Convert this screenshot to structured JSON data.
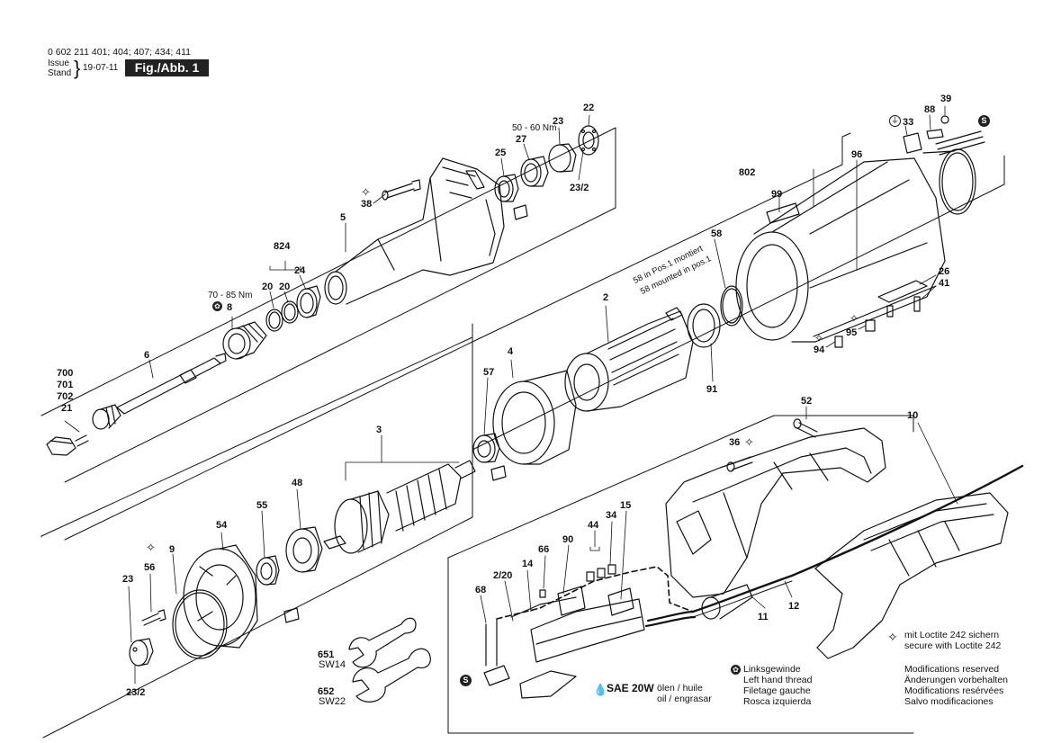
{
  "header": {
    "part_numbers": "0 602 211 401; 404; 407; 434; 411",
    "issue_label": "Issue",
    "stand_label": "Stand",
    "date": "19-07-11",
    "figure_label": "Fig./Abb. 1"
  },
  "parts": [
    {
      "id": "p-700",
      "text": "700"
    },
    {
      "id": "p-701",
      "text": "701"
    },
    {
      "id": "p-702",
      "text": "702"
    },
    {
      "id": "p-21",
      "text": "21"
    },
    {
      "id": "p-6",
      "text": "6"
    },
    {
      "id": "p-8",
      "text": "8"
    },
    {
      "id": "p-20a",
      "text": "20"
    },
    {
      "id": "p-20b",
      "text": "20"
    },
    {
      "id": "p-24",
      "text": "24"
    },
    {
      "id": "p-824",
      "text": "824"
    },
    {
      "id": "p-5",
      "text": "5"
    },
    {
      "id": "p-38",
      "text": "38"
    },
    {
      "id": "p-25",
      "text": "25"
    },
    {
      "id": "p-27",
      "text": "27"
    },
    {
      "id": "p-23a",
      "text": "23"
    },
    {
      "id": "p-22",
      "text": "22"
    },
    {
      "id": "p-23-2a",
      "text": "23/2"
    },
    {
      "id": "p-802",
      "text": "802"
    },
    {
      "id": "p-96",
      "text": "96"
    },
    {
      "id": "p-99",
      "text": "99"
    },
    {
      "id": "p-58",
      "text": "58"
    },
    {
      "id": "p-33",
      "text": "33"
    },
    {
      "id": "p-88",
      "text": "88"
    },
    {
      "id": "p-39",
      "text": "39"
    },
    {
      "id": "p-26",
      "text": "26"
    },
    {
      "id": "p-41",
      "text": "41"
    },
    {
      "id": "p-95",
      "text": "95"
    },
    {
      "id": "p-94",
      "text": "94"
    },
    {
      "id": "p-2",
      "text": "2"
    },
    {
      "id": "p-4",
      "text": "4"
    },
    {
      "id": "p-57",
      "text": "57"
    },
    {
      "id": "p-91",
      "text": "91"
    },
    {
      "id": "p-3",
      "text": "3"
    },
    {
      "id": "p-48",
      "text": "48"
    },
    {
      "id": "p-55",
      "text": "55"
    },
    {
      "id": "p-54",
      "text": "54"
    },
    {
      "id": "p-9",
      "text": "9"
    },
    {
      "id": "p-56",
      "text": "56"
    },
    {
      "id": "p-23b",
      "text": "23"
    },
    {
      "id": "p-23-2b",
      "text": "23/2"
    },
    {
      "id": "p-651",
      "text": "651"
    },
    {
      "id": "p-652",
      "text": "652"
    },
    {
      "id": "p-52",
      "text": "52"
    },
    {
      "id": "p-10",
      "text": "10"
    },
    {
      "id": "p-36",
      "text": "36"
    },
    {
      "id": "p-44",
      "text": "44"
    },
    {
      "id": "p-34",
      "text": "34"
    },
    {
      "id": "p-15",
      "text": "15"
    },
    {
      "id": "p-90",
      "text": "90"
    },
    {
      "id": "p-66",
      "text": "66"
    },
    {
      "id": "p-14",
      "text": "14"
    },
    {
      "id": "p-2-20",
      "text": "2/20"
    },
    {
      "id": "p-68",
      "text": "68"
    },
    {
      "id": "p-11",
      "text": "11"
    },
    {
      "id": "p-12",
      "text": "12"
    }
  ],
  "notes": {
    "torque_nut": "50 - 60 Nm",
    "torque_8": "70 - 85 Nm",
    "sw14": "SW14",
    "sw22": "SW22",
    "mounted_de": "58 in Pos.1 montiert",
    "mounted_en": "58 mounted in pos.1",
    "s_badge": "S"
  },
  "legend": {
    "loctite_de": "mit Loctite 242 sichern",
    "loctite_en": "secure with Loctite 242",
    "left_de": "Linksgewinde",
    "left_en": "Left hand thread",
    "left_fr": "Filetage gauche",
    "left_es": "Rosca izquierda",
    "oil_bold": "SAE 20W",
    "oil_de_fr": "ölen / huile",
    "oil_en_es": "oil / engrasar",
    "mod_en": "Modifications reserved",
    "mod_de": "Änderungen vorbehalten",
    "mod_fr": "Modifications resérvées",
    "mod_es": "Salvo modificaciones"
  }
}
